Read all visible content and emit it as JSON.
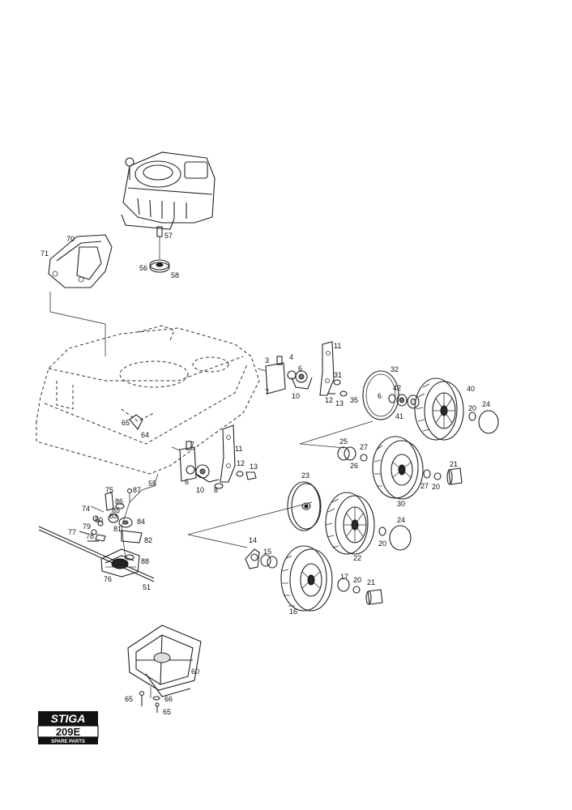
{
  "brand": {
    "name": "STIGA",
    "model": "209E",
    "subtitle": "SPARE PARTS"
  },
  "callouts": {
    "c70": "70",
    "c71": "71",
    "c57": "57",
    "c56": "56",
    "c58": "58",
    "c3": "3",
    "c4": "4",
    "c6a": "6",
    "c7a": "7",
    "c10a": "10",
    "c11a": "11",
    "c31": "31",
    "c12a": "12",
    "c13a": "13",
    "c35": "35",
    "c32": "32",
    "c6b": "6",
    "c42": "42",
    "c41": "41",
    "c40": "40",
    "c20a": "20",
    "c24a": "24",
    "c65a": "65",
    "c64": "64",
    "c25": "25",
    "c27a": "27",
    "c26": "26",
    "c21a": "21",
    "c27b": "27",
    "c20b": "20",
    "c30": "30",
    "c7b": "7",
    "c11b": "11",
    "c12b": "12",
    "c13b": "13",
    "c6c": "6",
    "c10b": "10",
    "c8": "8",
    "c55": "55",
    "c23": "23",
    "c24b": "24",
    "c20c": "20",
    "c22": "22",
    "c75": "75",
    "c86": "86",
    "c87": "87",
    "c74": "74",
    "c85": "85",
    "c80": "80",
    "c83": "83",
    "c84": "84",
    "c77": "77",
    "c79": "79",
    "c81": "81",
    "c78": "78",
    "c82": "82",
    "c88": "88",
    "c76": "76",
    "c51": "51",
    "c14": "14",
    "c15": "15",
    "c17": "17",
    "c20d": "20",
    "c21b": "21",
    "c16": "16",
    "c60": "60",
    "c65b": "65",
    "c66": "66",
    "c65c": "65"
  }
}
